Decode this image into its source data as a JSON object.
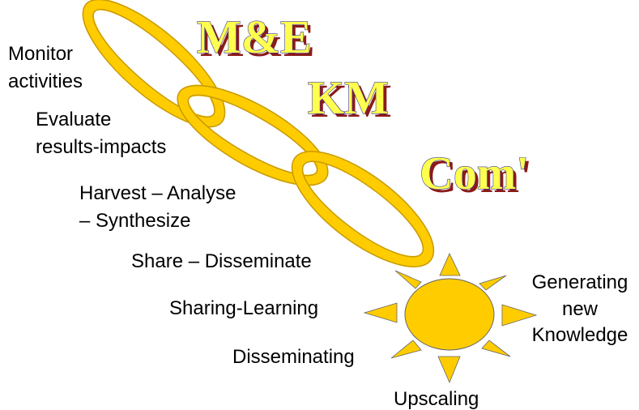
{
  "titles": {
    "me": "M&E",
    "km": "KM",
    "com": "Com'"
  },
  "chain_labels": {
    "monitor_line1": "Monitor",
    "monitor_line2": "activities",
    "evaluate_line1": "Evaluate",
    "evaluate_line2": "results-impacts",
    "harvest_line1": "Harvest – Analyse",
    "harvest_line2": "– Synthesize",
    "share": "Share – Disseminate"
  },
  "sun_labels": {
    "sharing": "Sharing-Learning",
    "disseminating": "Disseminating",
    "upscaling": "Upscaling",
    "generating_line1": "Generating",
    "generating_line2": "new",
    "generating_line3": "Knowledge"
  },
  "colors": {
    "chain": "#ffcc00",
    "sun": "#ffcc00",
    "title_fill": "#ffff4d",
    "title_shadow": "#8b1a1a"
  },
  "icons": {
    "chain": "chain-links-icon",
    "sun": "sun-icon"
  }
}
